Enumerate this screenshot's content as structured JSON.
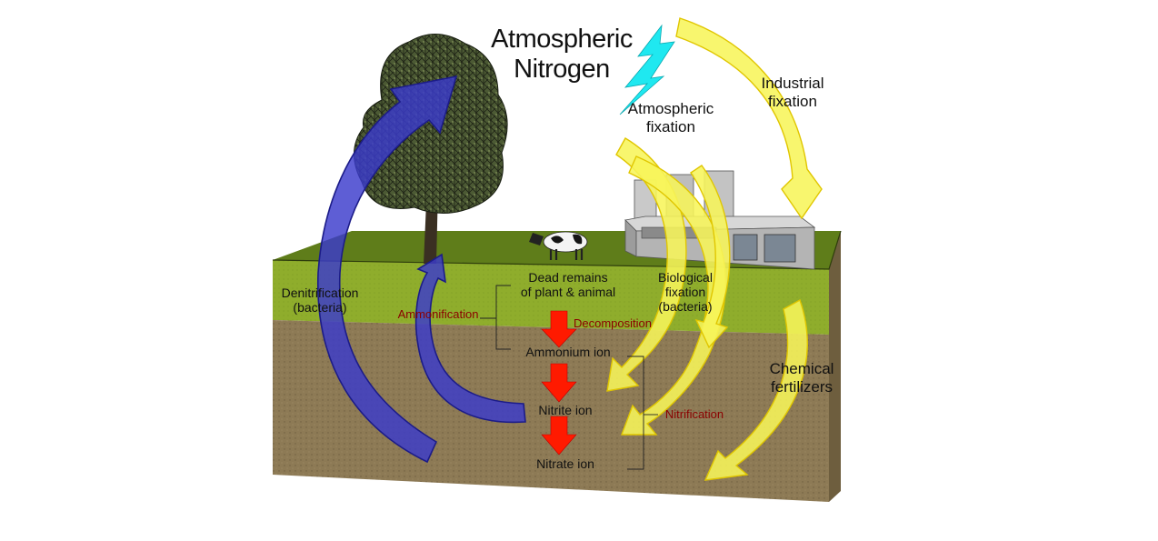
{
  "labels": {
    "atmospheric_nitrogen": [
      "Atmospheric",
      "Nitrogen"
    ],
    "industrial_fixation": [
      "Industrial",
      "fixation"
    ],
    "atmospheric_fixation": [
      "Atmospheric",
      "fixation"
    ],
    "denitrification": [
      "Denitrification",
      "(bacteria)"
    ],
    "dead_remains": [
      "Dead remains",
      "of plant & animal"
    ],
    "biological_fixation": [
      "Biological",
      "fixation",
      "(bacteria)"
    ],
    "ammonification": "Ammonification",
    "decomposition": "Decomposition",
    "ammonium_ion": "Ammonium ion",
    "nitrite_ion": "Nitrite ion",
    "nitrate_ion": "Nitrate ion",
    "nitrification": "Nitrification",
    "chemical_fertilizers": [
      "Chemical",
      "fertilizers"
    ]
  },
  "colors": {
    "grass": "#8fad2c",
    "grass_top": "#5f7d1a",
    "soil": "#8d7a55",
    "denitrification_arrow": "#3a3acc",
    "fixation_arrow": "#f7f55a",
    "process_arrow": "#ff1a00",
    "lightning": "#1fe8f0"
  }
}
